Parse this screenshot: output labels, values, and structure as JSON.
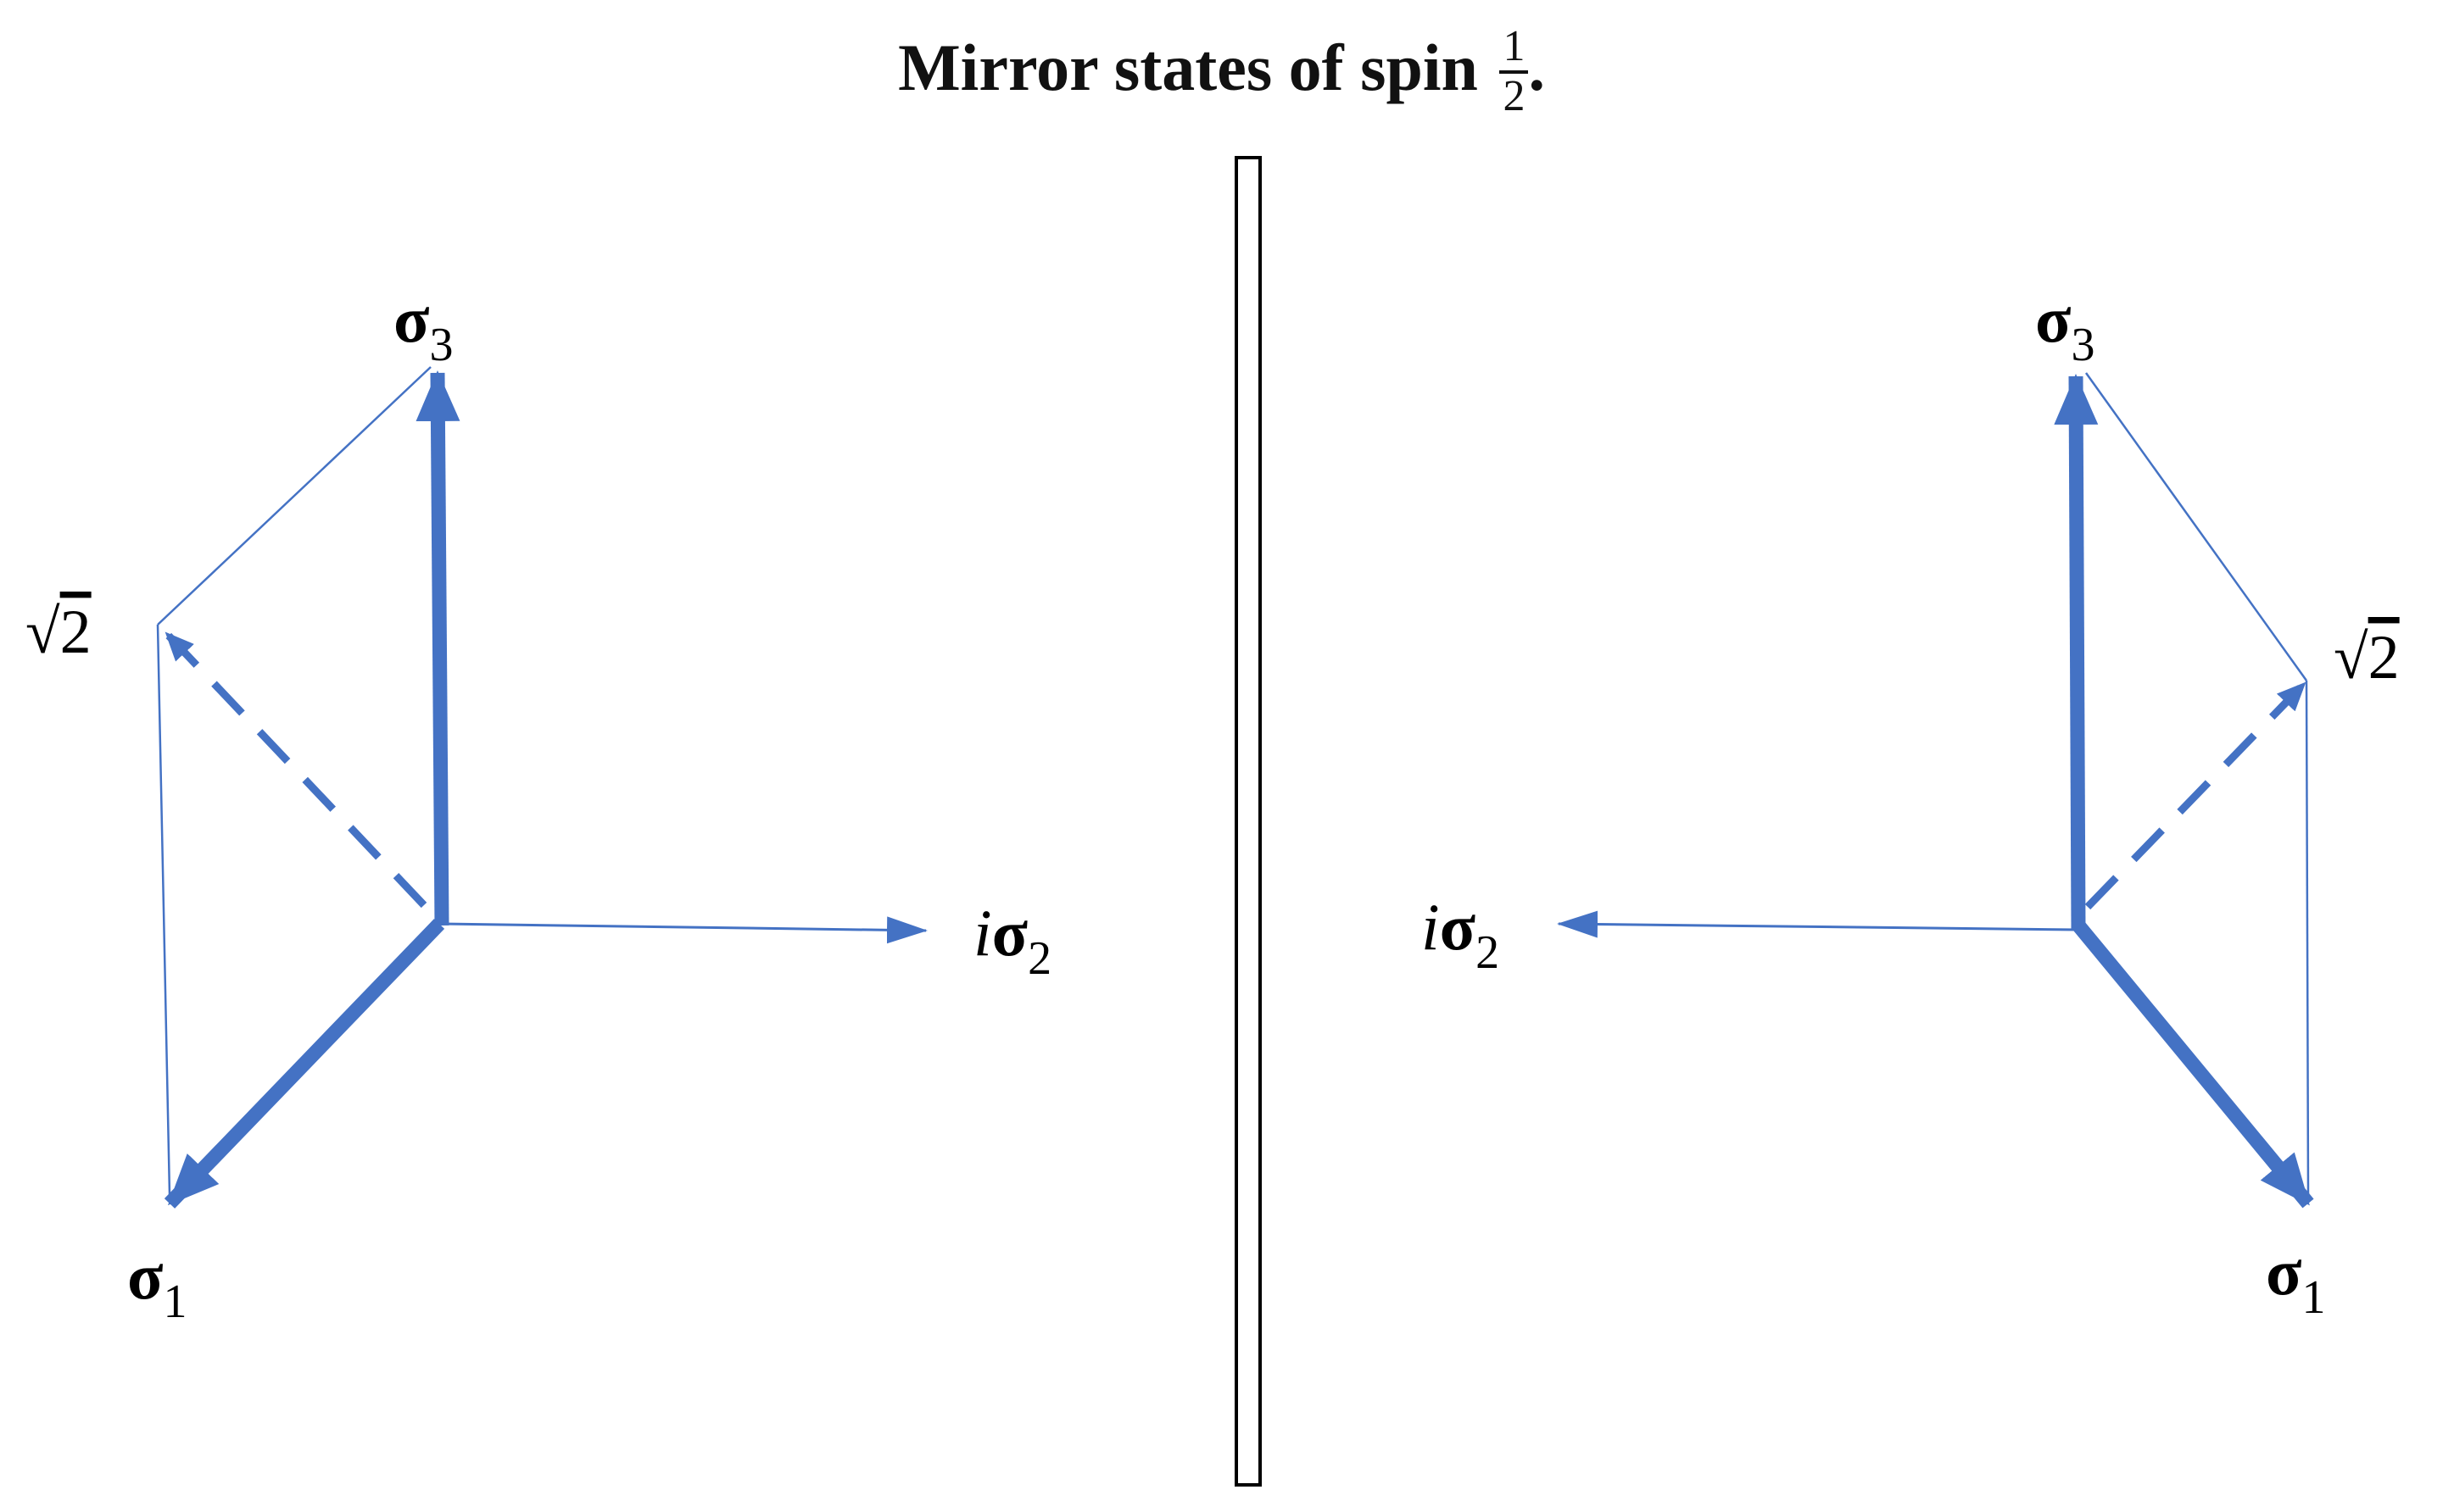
{
  "title": {
    "text": "Mirror states of spin",
    "fraction_numerator": "1",
    "fraction_denominator": "2",
    "suffix": "."
  },
  "left_diagram": {
    "sigma3": {
      "base": "σ",
      "sub": "3"
    },
    "sigma1": {
      "base": "σ",
      "sub": "1"
    },
    "isigma2": {
      "prefix": "i",
      "base": "σ",
      "sub": "2"
    },
    "sqrt2": {
      "radical": "√",
      "value": "2"
    }
  },
  "right_diagram": {
    "sigma3": {
      "base": "σ",
      "sub": "3"
    },
    "sigma1": {
      "base": "σ",
      "sub": "1"
    },
    "isigma2": {
      "prefix": "i",
      "base": "σ",
      "sub": "2"
    },
    "sqrt2": {
      "radical": "√",
      "value": "2"
    }
  },
  "colors": {
    "arrow_blue": "#4472C4",
    "mirror_stroke": "#000000",
    "text": "#000000"
  }
}
